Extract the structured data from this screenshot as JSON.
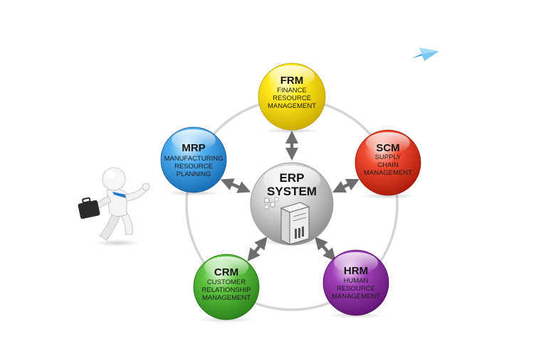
{
  "center": {
    "title_line1": "ERP",
    "title_line2": "SYSTEM"
  },
  "modules": {
    "frm": {
      "abbr": "FRM",
      "lines": [
        "FINANCE",
        "RESOURCE",
        "MANAGEMENT"
      ],
      "color": "#f2d400"
    },
    "scm": {
      "abbr": "SCM",
      "lines": [
        "SUPPLY",
        "CHAIN",
        "MANAGEMENT"
      ],
      "color": "#e8321e"
    },
    "hrm": {
      "abbr": "HRM",
      "lines": [
        "HUMAN",
        "RESOURCE",
        "MANAGEMENT"
      ],
      "color": "#8a2aa0"
    },
    "crm": {
      "abbr": "CRM",
      "lines": [
        "CUSTOMER",
        "RELATIONSHIP",
        "MANAGEMENT"
      ],
      "color": "#48b030"
    },
    "mrp": {
      "abbr": "MRP",
      "lines": [
        "MANUFACTURING",
        "RESOURCE",
        "PLANNING"
      ],
      "color": "#2f98e0"
    }
  },
  "icons": {
    "figure": "businessman-with-briefcase-icon",
    "plane": "paper-plane-icon",
    "server": "server-tower-icon"
  }
}
